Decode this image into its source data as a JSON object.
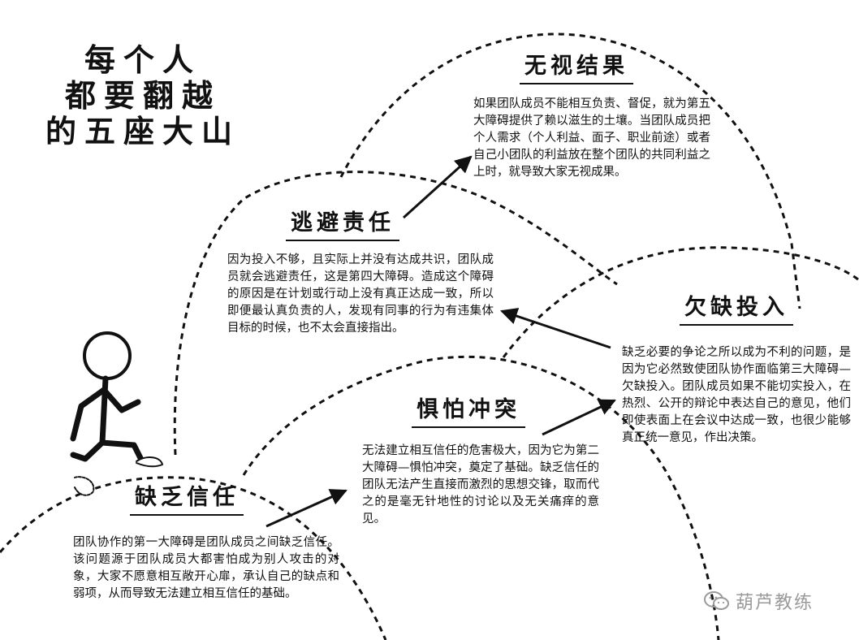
{
  "title": {
    "lines": [
      "每个人",
      "都要翻越",
      "的五座大山"
    ]
  },
  "mountains": [
    {
      "heading": "缺乏信任",
      "text": "团队协作的第一大障碍是团队成员之间缺乏信任。该问题源于团队成员大都害怕成为别人攻击的对象，大家不愿意相互敞开心扉，承认自己的缺点和弱项，从而导致无法建立相互信任的基础。"
    },
    {
      "heading": "惧怕冲突",
      "text": "无法建立相互信任的危害极大，因为它为第二大障碍—惧怕冲突，奠定了基础。缺乏信任的团队无法产生直接而激烈的思想交锋，取而代之的是毫无针地性的讨论以及无关痛痒的意见。"
    },
    {
      "heading": "欠缺投入",
      "text": "缺乏必要的争论之所以成为不利的问题，是因为它必然致使团队协作面临第三大障碍—欠缺投入。团队成员如果不能切实投入，在热烈、公开的辩论中表达自己的意见，他们即使表面上在会议中达成一致，也很少能够真正统一意见，作出决策。"
    },
    {
      "heading": "逃避责任",
      "text": "因为投入不够，且实际上并没有达成共识，团队成员就会逃避责任，这是第四大障碍。造成这个障碍的原因是在计划或行动上没有真正达成一致，所以即便最认真负责的人，发现有同事的行为有违集体目标的时候，也不太会直接指出。"
    },
    {
      "heading": "无视结果",
      "text": "如果团队成员不能相互负责、督促，就为第五大障碍提供了赖以滋生的土壤。当团队成员把个人需求（个人利益、面子、职业前途）或者自己小团队的利益放在整个团队的共同利益之上时，就导致大家无视成果。"
    }
  ],
  "watermark": {
    "text": "葫芦教练",
    "icon": "wechat-icon"
  }
}
